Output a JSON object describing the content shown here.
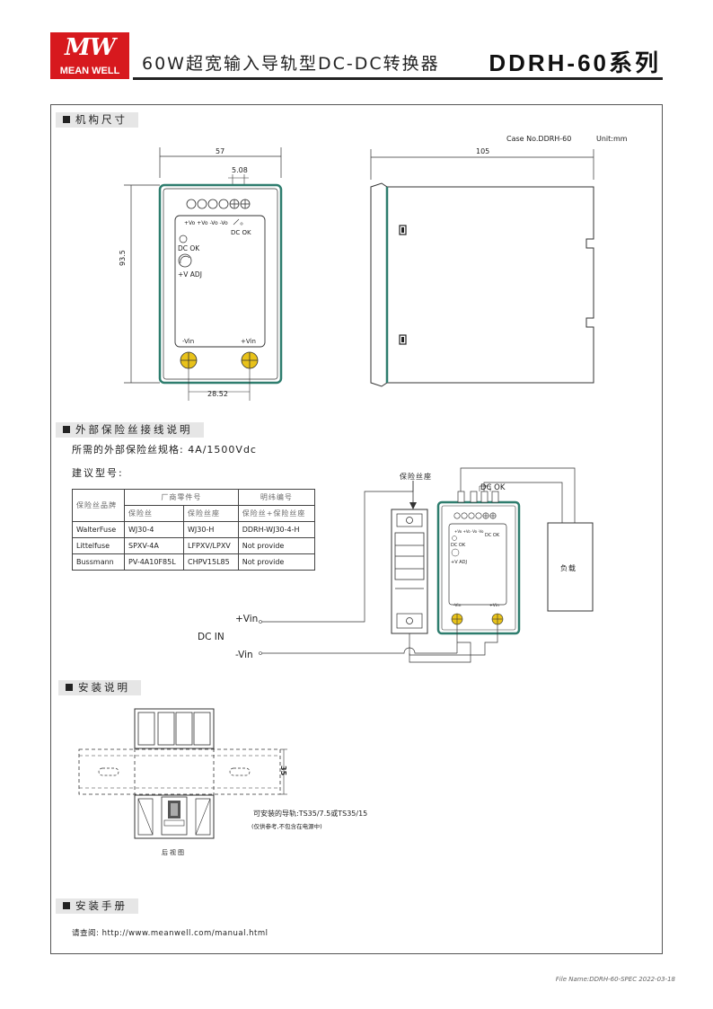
{
  "header": {
    "logo_mark": "MW",
    "logo_text": "MEAN WELL",
    "title": "60W超宽输入导轨型DC-DC转换器",
    "series": "DDRH-60系列"
  },
  "mechanical": {
    "section_title": "机构尺寸",
    "case_no": "Case No.DDRH-60",
    "unit": "Unit:mm",
    "dim_width": "57",
    "dim_pitch": "5.08",
    "dim_height": "93.5",
    "dim_bottom": "28.52",
    "dim_depth": "105",
    "label_vo": "+Vo +Vo -Vo -Vo",
    "label_dcok_switch": "DC OK",
    "label_dcok_led": "DC OK",
    "label_vadj": "+V ADJ",
    "label_minus_vin": "-Vin",
    "label_plus_vin": "+Vin"
  },
  "fuse": {
    "section_title": "外部保险丝接线说明",
    "spec_line": "所需的外部保险丝规格: 4A/1500Vdc",
    "suggest_line": "建议型号:",
    "table": {
      "brand_header": "保险丝品牌",
      "mfr_header": "厂商零件号",
      "ming_header": "明纬编号",
      "sub_fuse": "保险丝",
      "sub_holder": "保险丝座",
      "sub_combo": "保险丝+保险丝座",
      "rows": [
        {
          "brand": "WalterFuse",
          "fuse": "WJ30-4",
          "holder": "WJ30-H",
          "mw": "DDRH-WJ30-4-H"
        },
        {
          "brand": "Littelfuse",
          "fuse": "SPXV-4A",
          "holder": "LFPXV/LPXV",
          "mw": "Not provide"
        },
        {
          "brand": "Bussmann",
          "fuse": "PV-4A10F85L",
          "holder": "CHPV15L85",
          "mw": "Not provide"
        }
      ]
    },
    "diagram": {
      "fuse_holder_label": "保险丝座",
      "dc_ok": "DC OK",
      "load": "负载",
      "plus_vin": "+Vin",
      "dc_in": "DC  IN",
      "minus_vin": "-Vin",
      "mini_vo": "+Vo +Vo -Vo -Vo",
      "mini_dcok_sw": "DC OK",
      "mini_dcok": "DC OK",
      "mini_vadj": "+V ADJ",
      "mini_minus_vin": "-Vin",
      "mini_plus_vin": "+Vin"
    }
  },
  "install": {
    "section_title": "安装说明",
    "rail_height": "35",
    "rail_note": "可安装的导轨:TS35/7.5或TS35/15",
    "rail_note2": "(仅供参考,不包含在电源中)",
    "rear_view": "后视图"
  },
  "manual": {
    "section_title": "安装手册",
    "link_line": "请查阅: http://www.meanwell.com/manual.html"
  },
  "footer": {
    "file_name": "File Name:DDRH-60-SPEC   2022-03-18"
  },
  "colors": {
    "brand_red": "#d7191e",
    "device_green": "#2e7d6e",
    "terminal_yellow": "#e8c21a"
  }
}
